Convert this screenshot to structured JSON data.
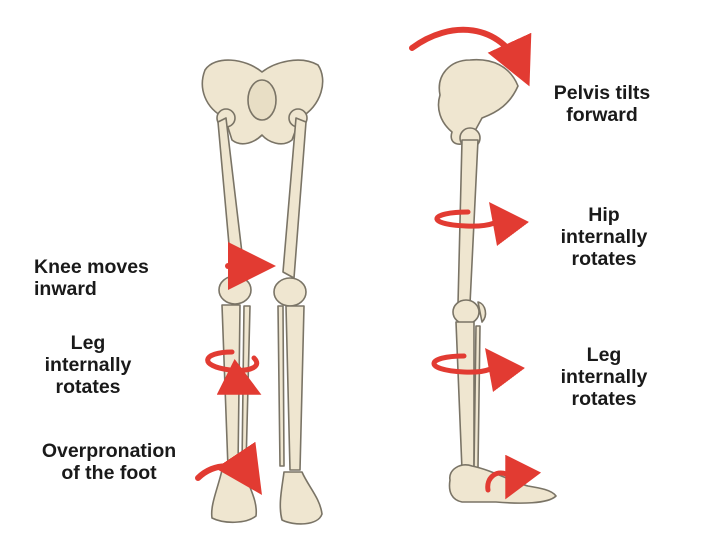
{
  "colors": {
    "bone_fill": "#efe6d0",
    "bone_stroke": "#7a7466",
    "arrow_red": "#e23b32",
    "text": "#1a1a1a",
    "background": "#ffffff"
  },
  "front_view": {
    "labels": {
      "knee": [
        "Knee moves",
        "inward"
      ],
      "leg": [
        "Leg",
        "internally",
        "rotates"
      ],
      "foot": [
        "Overpronation",
        "of the foot"
      ]
    }
  },
  "side_view": {
    "labels": {
      "pelvis": [
        "Pelvis tilts",
        "forward"
      ],
      "hip": [
        "Hip",
        "internally",
        "rotates"
      ],
      "leg": [
        "Leg",
        "internally",
        "rotates"
      ]
    }
  },
  "icons": {
    "knee_arrow": "straight-right-arrow-icon",
    "rotation_arrow": "circular-rotation-arrow-icon",
    "tilt_arrow": "curved-arc-arrow-icon",
    "pronation_arrow": "curved-down-arrow-icon"
  }
}
